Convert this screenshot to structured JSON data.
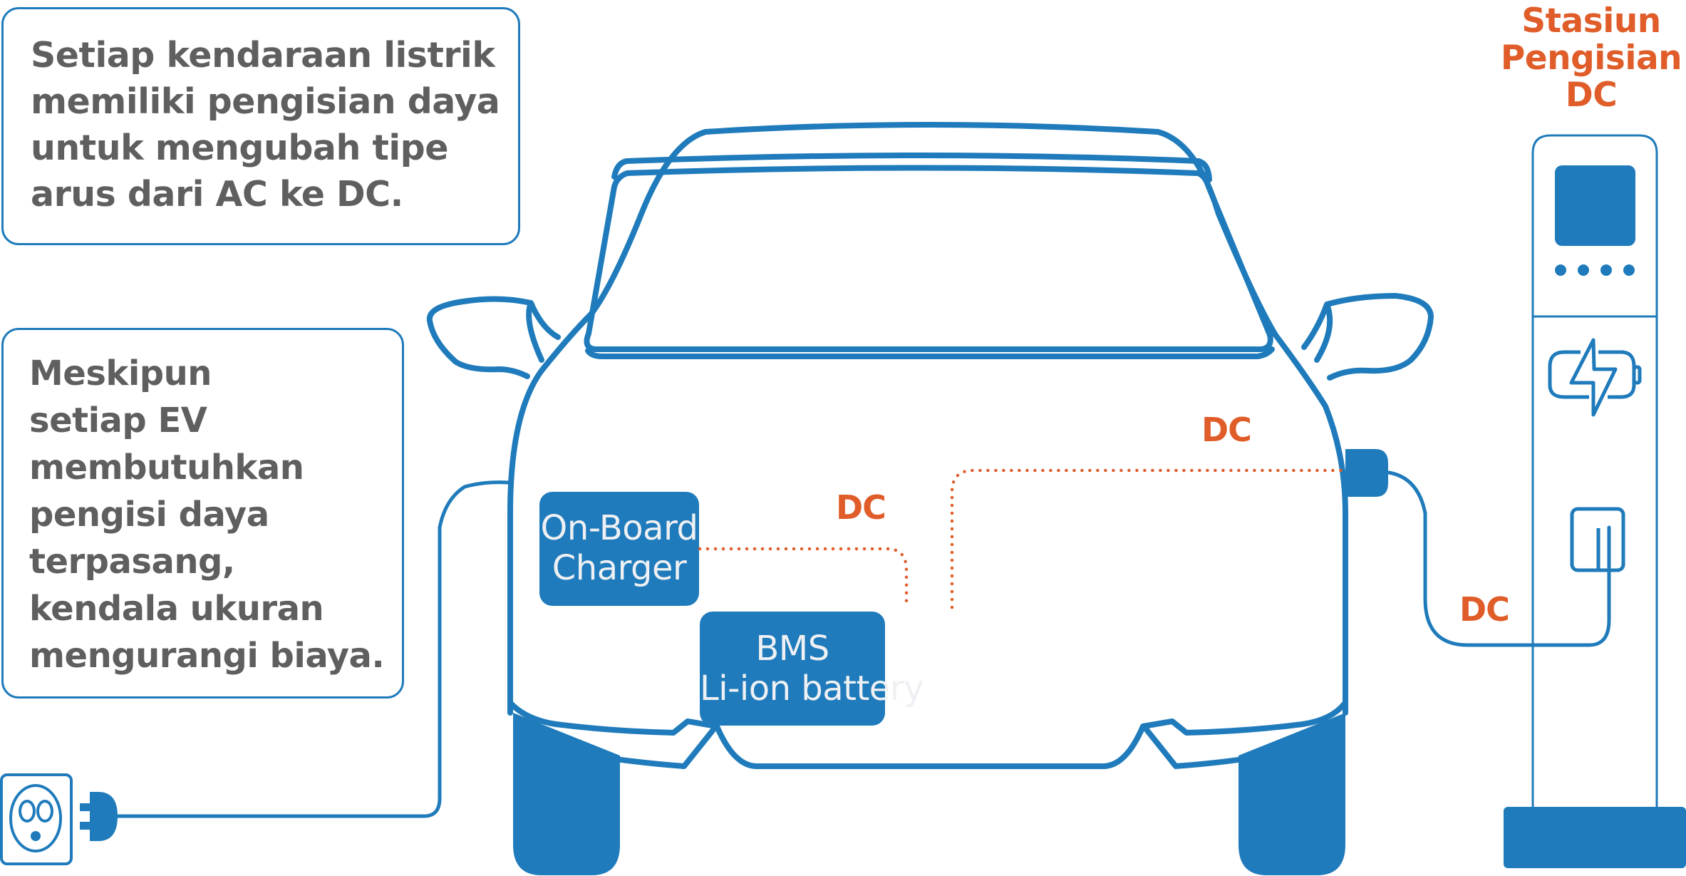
{
  "notes": [
    {
      "lines": [
        "Setiap kendaraan listrik",
        "memiliki pengisian daya",
        "untuk mengubah tipe",
        "arus dari AC ke DC."
      ]
    },
    {
      "lines": [
        "Meskipun",
        "setiap EV",
        "membutuhkan",
        "pengisi daya",
        "terpasang,",
        "kendala ukuran",
        "mengurangi biaya."
      ]
    }
  ],
  "components": {
    "onboard_charger": {
      "lines": [
        "On-Board",
        "Charger"
      ]
    },
    "battery": {
      "lines": [
        "BMS",
        "Li-ion battery"
      ]
    }
  },
  "flow_labels": {
    "charger_to_battery": "DC",
    "port_to_battery": "DC",
    "station_cable": "DC"
  },
  "station": {
    "title_lines": [
      "Stasiun",
      "Pengisian",
      "DC"
    ],
    "display_dots": 4,
    "icons": [
      "screen-icon",
      "battery-charging-icon",
      "connector-socket-icon"
    ]
  },
  "ac_source": {
    "icons": [
      "wall-outlet-icon",
      "plug-icon"
    ]
  },
  "colors": {
    "primary_blue": "#1f7bbb",
    "accent_orange": "#e05d2a",
    "text_gray": "#5f5f5f",
    "label_on_blue": "#eef0f3"
  }
}
